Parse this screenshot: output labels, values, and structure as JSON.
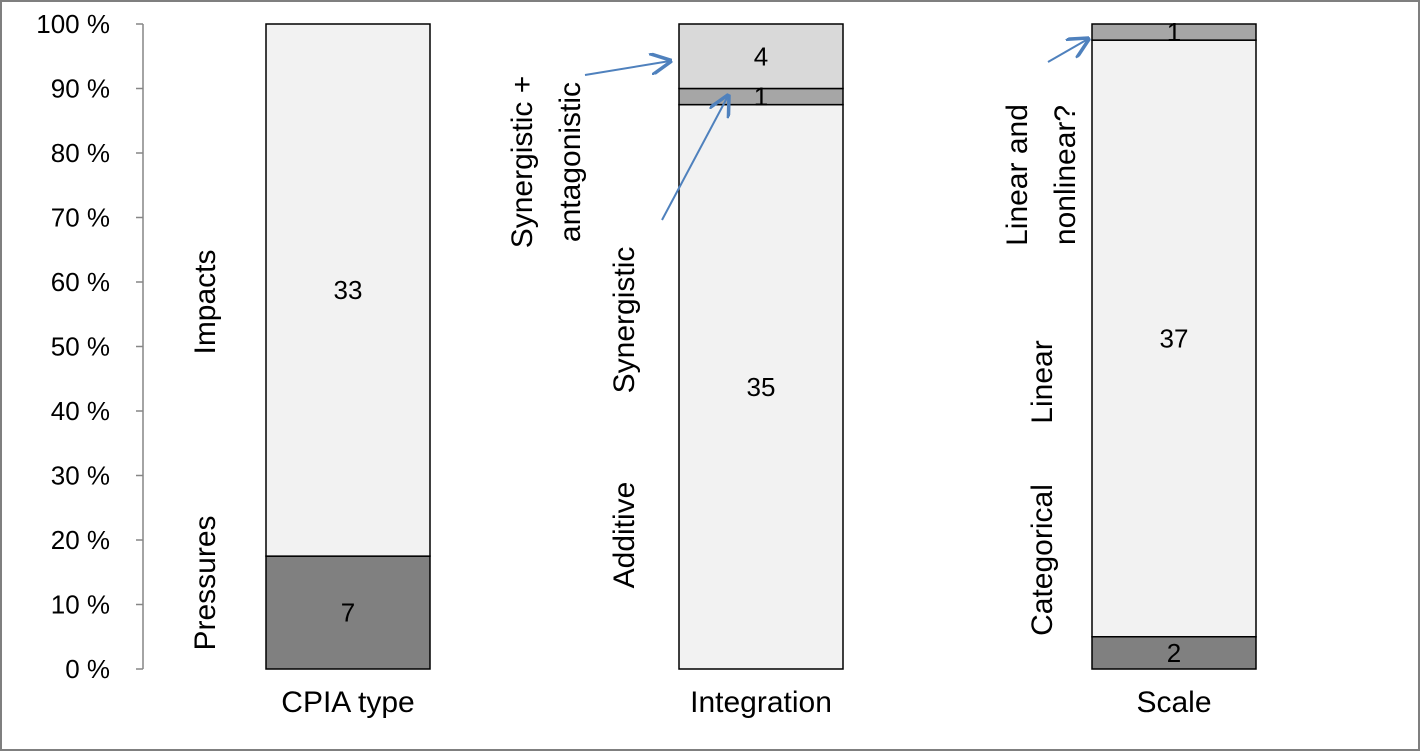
{
  "chart_data": {
    "type": "bar",
    "stacked": true,
    "normalized_percent": true,
    "categories": [
      "CPIA type",
      "Integration",
      "Scale"
    ],
    "y_ticks": [
      "0 %",
      "10 %",
      "20 %",
      "30 %",
      "40 %",
      "50 %",
      "60 %",
      "70 %",
      "80 %",
      "90 %",
      "100 %"
    ],
    "ylim": [
      0,
      100
    ],
    "grid": false,
    "bars": [
      {
        "category": "CPIA type",
        "segments": [
          {
            "value": 7,
            "label": "7",
            "color": "#808080"
          },
          {
            "value": 33,
            "label": "33",
            "color": "#f2f2f2"
          }
        ]
      },
      {
        "category": "Integration",
        "segments": [
          {
            "value": 35,
            "label": "35",
            "color": "#f2f2f2"
          },
          {
            "value": 1,
            "label": "1",
            "color": "#a6a6a6"
          },
          {
            "value": 4,
            "label": "4",
            "color": "#d9d9d9"
          }
        ]
      },
      {
        "category": "Scale",
        "segments": [
          {
            "value": 2,
            "label": "2",
            "color": "#808080"
          },
          {
            "value": 37,
            "label": "37",
            "color": "#f2f2f2"
          },
          {
            "value": 1,
            "label": "1",
            "color": "#a6a6a6"
          }
        ]
      }
    ],
    "annotations": [
      {
        "text": "Pressures",
        "bar": "CPIA type"
      },
      {
        "text": "Impacts",
        "bar": "CPIA type"
      },
      {
        "text": "Additive",
        "bar": "Integration"
      },
      {
        "text": "Synergistic",
        "bar": "Integration"
      },
      {
        "text": "Synergistic +",
        "bar": "Integration"
      },
      {
        "text": "antagonistic",
        "bar": "Integration"
      },
      {
        "text": "Categorical",
        "bar": "Scale"
      },
      {
        "text": "Linear",
        "bar": "Scale"
      },
      {
        "text": "Linear and",
        "bar": "Scale"
      },
      {
        "text": "nonlinear?",
        "bar": "Scale"
      }
    ],
    "arrow_color": "#4f81bd"
  }
}
